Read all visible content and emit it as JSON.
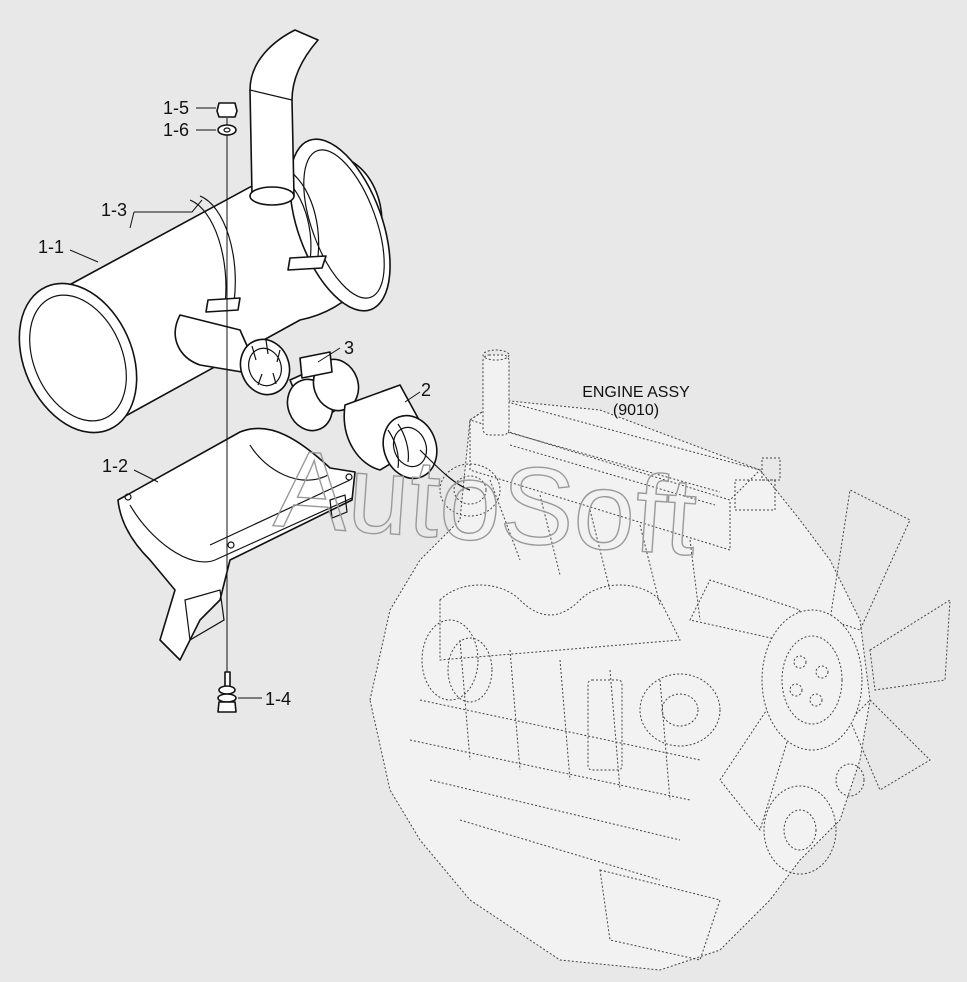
{
  "callouts": {
    "c1_5": "1-5",
    "c1_6": "1-6",
    "c1_3": "1-3",
    "c1_1": "1-1",
    "c3": "3",
    "c2": "2",
    "c1_2": "1-2",
    "c1_4": "1-4"
  },
  "engine_label": {
    "line1": "ENGINE ASSY",
    "line2": "(9010)"
  },
  "watermark": "AutoSoft",
  "colors": {
    "background": "#e8e8e8",
    "line": "#111111",
    "fill": "#ffffff"
  }
}
